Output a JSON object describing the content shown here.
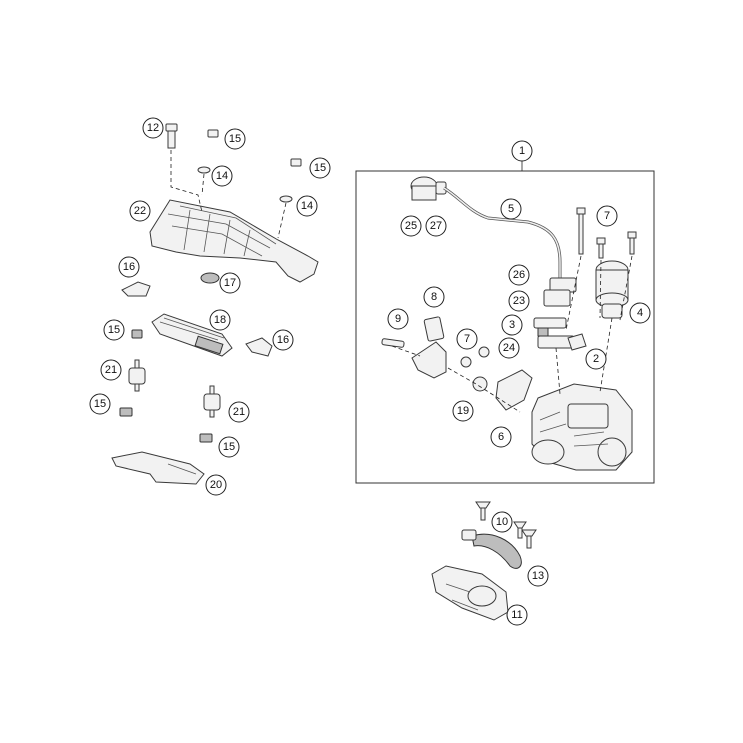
{
  "diagram": {
    "type": "exploded-parts-view",
    "callouts": [
      "1",
      "2",
      "3",
      "4",
      "5",
      "6",
      "7",
      "7",
      "8",
      "9",
      "10",
      "11",
      "12",
      "13",
      "14",
      "14",
      "15",
      "15",
      "15",
      "15",
      "15",
      "16",
      "16",
      "17",
      "18",
      "19",
      "20",
      "21",
      "21",
      "22",
      "23",
      "24",
      "25",
      "26",
      "27"
    ]
  }
}
